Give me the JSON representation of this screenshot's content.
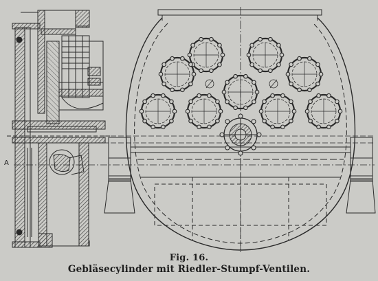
{
  "figure": {
    "label": "Fig. 16.",
    "title": "Gebläsecylinder mit Riedler-Stumpf-Ventilen.",
    "axis_mark": "A"
  },
  "colors": {
    "paper": "#cbcbc7",
    "ink": "#2a2a2a",
    "hatch": "#444444"
  }
}
